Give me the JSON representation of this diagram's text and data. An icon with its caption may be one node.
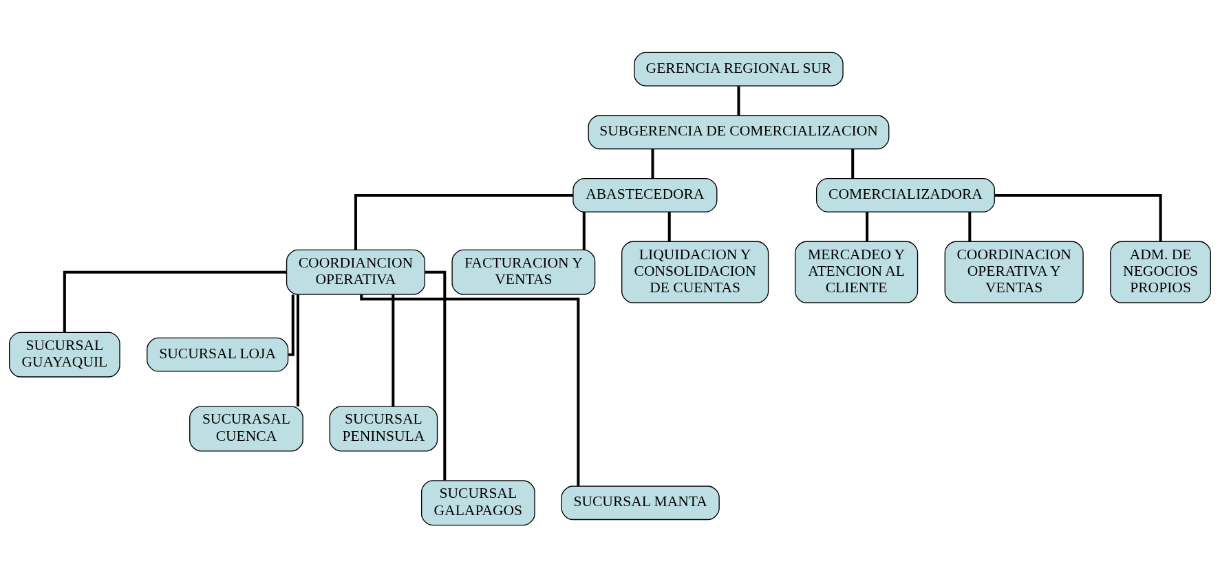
{
  "diagram": {
    "nodes": [
      {
        "text": [
          "GERENCIA REGIONAL SUR"
        ]
      },
      {
        "text": [
          "SUBGERENCIA DE COMERCIALIZACION"
        ]
      },
      {
        "text": [
          "ABASTECEDORA"
        ]
      },
      {
        "text": [
          "COMERCIALIZADORA"
        ]
      },
      {
        "text": [
          "COORDIANCION OPERATIVA"
        ]
      },
      {
        "text": [
          "FACTURACION Y VENTAS"
        ]
      },
      {
        "text": [
          "LIQUIDACION Y CONSOLIDACION DE CUENTAS"
        ]
      },
      {
        "text": [
          "MERCADEO Y ATENCION AL CLIENTE"
        ]
      },
      {
        "text": [
          "COORDINACION OPERATIVA Y VENTAS"
        ]
      },
      {
        "text": [
          "ADM. DE NEGOCIOS PROPIOS"
        ]
      },
      {
        "text": [
          "SUCURSAL GUAYAQUIL"
        ]
      },
      {
        "text": [
          "SUCURSAL LOJA"
        ]
      },
      {
        "text": [
          "SUCURASAL CUENCA"
        ]
      },
      {
        "text": [
          "SUCURSAL PENINSULA"
        ]
      },
      {
        "text": [
          "SUCURSAL GALAPAGOS"
        ]
      },
      {
        "text": [
          "SUCURSAL MANTA"
        ]
      }
    ],
    "edges": [
      {
        "from": 0,
        "to": 1,
        "arrow": "none"
      },
      {
        "from": 1,
        "to": 2,
        "arrow": "none"
      },
      {
        "from": 1,
        "to": 3,
        "arrow": "none"
      },
      {
        "from": 2,
        "to": 4,
        "arrow": "none"
      },
      {
        "from": 2,
        "to": 5,
        "arrow": "none"
      },
      {
        "from": 2,
        "to": 6,
        "arrow": "none"
      },
      {
        "from": 3,
        "to": 7,
        "arrow": "none"
      },
      {
        "from": 3,
        "to": 8,
        "arrow": "none"
      },
      {
        "from": 3,
        "to": 9,
        "arrow": "none"
      },
      {
        "from": 4,
        "to": 10,
        "arrow": "none"
      },
      {
        "from": 4,
        "to": 11,
        "arrow": "none"
      },
      {
        "from": 4,
        "to": 12,
        "arrow": "none"
      },
      {
        "from": 4,
        "to": 13,
        "arrow": "none"
      },
      {
        "from": 4,
        "to": 14,
        "arrow": "none"
      },
      {
        "from": 4,
        "to": 15,
        "arrow": "none"
      }
    ]
  }
}
